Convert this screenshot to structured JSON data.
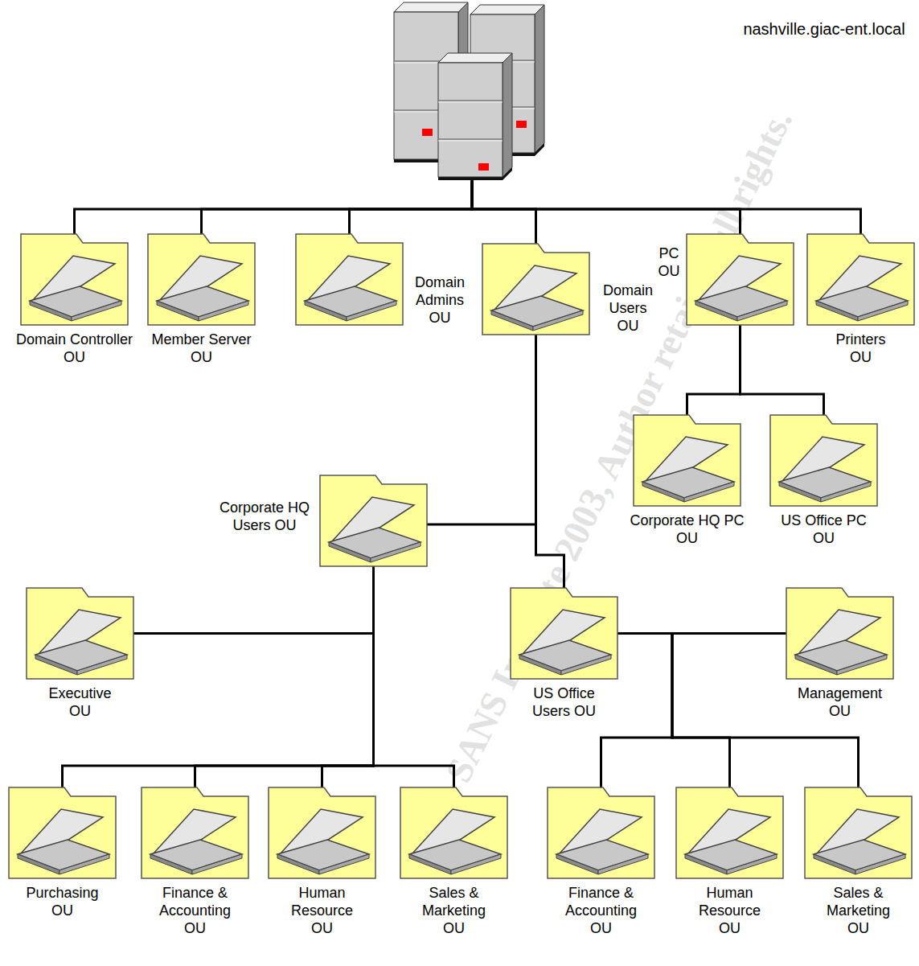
{
  "diagram": {
    "nodes": [
      {
        "text": [
          "nashville.giac-ent.local"
        ]
      },
      {
        "text": [
          "Domain Controller OU"
        ]
      },
      {
        "text": [
          "Member Server OU"
        ]
      },
      {
        "text": [
          "Domain Admins OU"
        ]
      },
      {
        "text": [
          "Domain Users OU"
        ]
      },
      {
        "text": [
          "PC OU"
        ]
      },
      {
        "text": [
          "Printers OU"
        ]
      },
      {
        "text": [
          "Corporate HQ PC OU"
        ]
      },
      {
        "text": [
          "US Office PC OU"
        ]
      },
      {
        "text": [
          "Corporate HQ Users OU"
        ]
      },
      {
        "text": [
          "Executive OU"
        ]
      },
      {
        "text": [
          "US Office Users OU"
        ]
      },
      {
        "text": [
          "Management OU"
        ]
      },
      {
        "text": [
          "Purchasing OU"
        ]
      },
      {
        "text": [
          "Finance & Accounting OU"
        ]
      },
      {
        "text": [
          "Human Resource OU"
        ]
      },
      {
        "text": [
          "Sales & Marketing OU"
        ]
      },
      {
        "text": [
          "Finance & Accounting OU"
        ]
      },
      {
        "text": [
          "Human Resource OU"
        ]
      },
      {
        "text": [
          "Sales & Marketing OU"
        ]
      }
    ],
    "edges": [
      {
        "from": 0,
        "to": 1,
        "arrow": "none"
      },
      {
        "from": 0,
        "to": 2,
        "arrow": "none"
      },
      {
        "from": 0,
        "to": 3,
        "arrow": "none"
      },
      {
        "from": 0,
        "to": 4,
        "arrow": "none"
      },
      {
        "from": 0,
        "to": 5,
        "arrow": "none"
      },
      {
        "from": 0,
        "to": 6,
        "arrow": "none"
      },
      {
        "from": 5,
        "to": 7,
        "arrow": "none"
      },
      {
        "from": 5,
        "to": 8,
        "arrow": "none"
      },
      {
        "from": 4,
        "to": 9,
        "arrow": "none"
      },
      {
        "from": 4,
        "to": 11,
        "arrow": "none"
      },
      {
        "from": 9,
        "to": 10,
        "arrow": "none"
      },
      {
        "from": 9,
        "to": 13,
        "arrow": "none"
      },
      {
        "from": 9,
        "to": 14,
        "arrow": "none"
      },
      {
        "from": 9,
        "to": 15,
        "arrow": "none"
      },
      {
        "from": 9,
        "to": 16,
        "arrow": "none"
      },
      {
        "from": 11,
        "to": 12,
        "arrow": "none"
      },
      {
        "from": 11,
        "to": 17,
        "arrow": "none"
      },
      {
        "from": 11,
        "to": 18,
        "arrow": "none"
      },
      {
        "from": 11,
        "to": 19,
        "arrow": "none"
      }
    ],
    "labels": [
      "© SANS Institute 2003, Author retains full rights."
    ]
  }
}
